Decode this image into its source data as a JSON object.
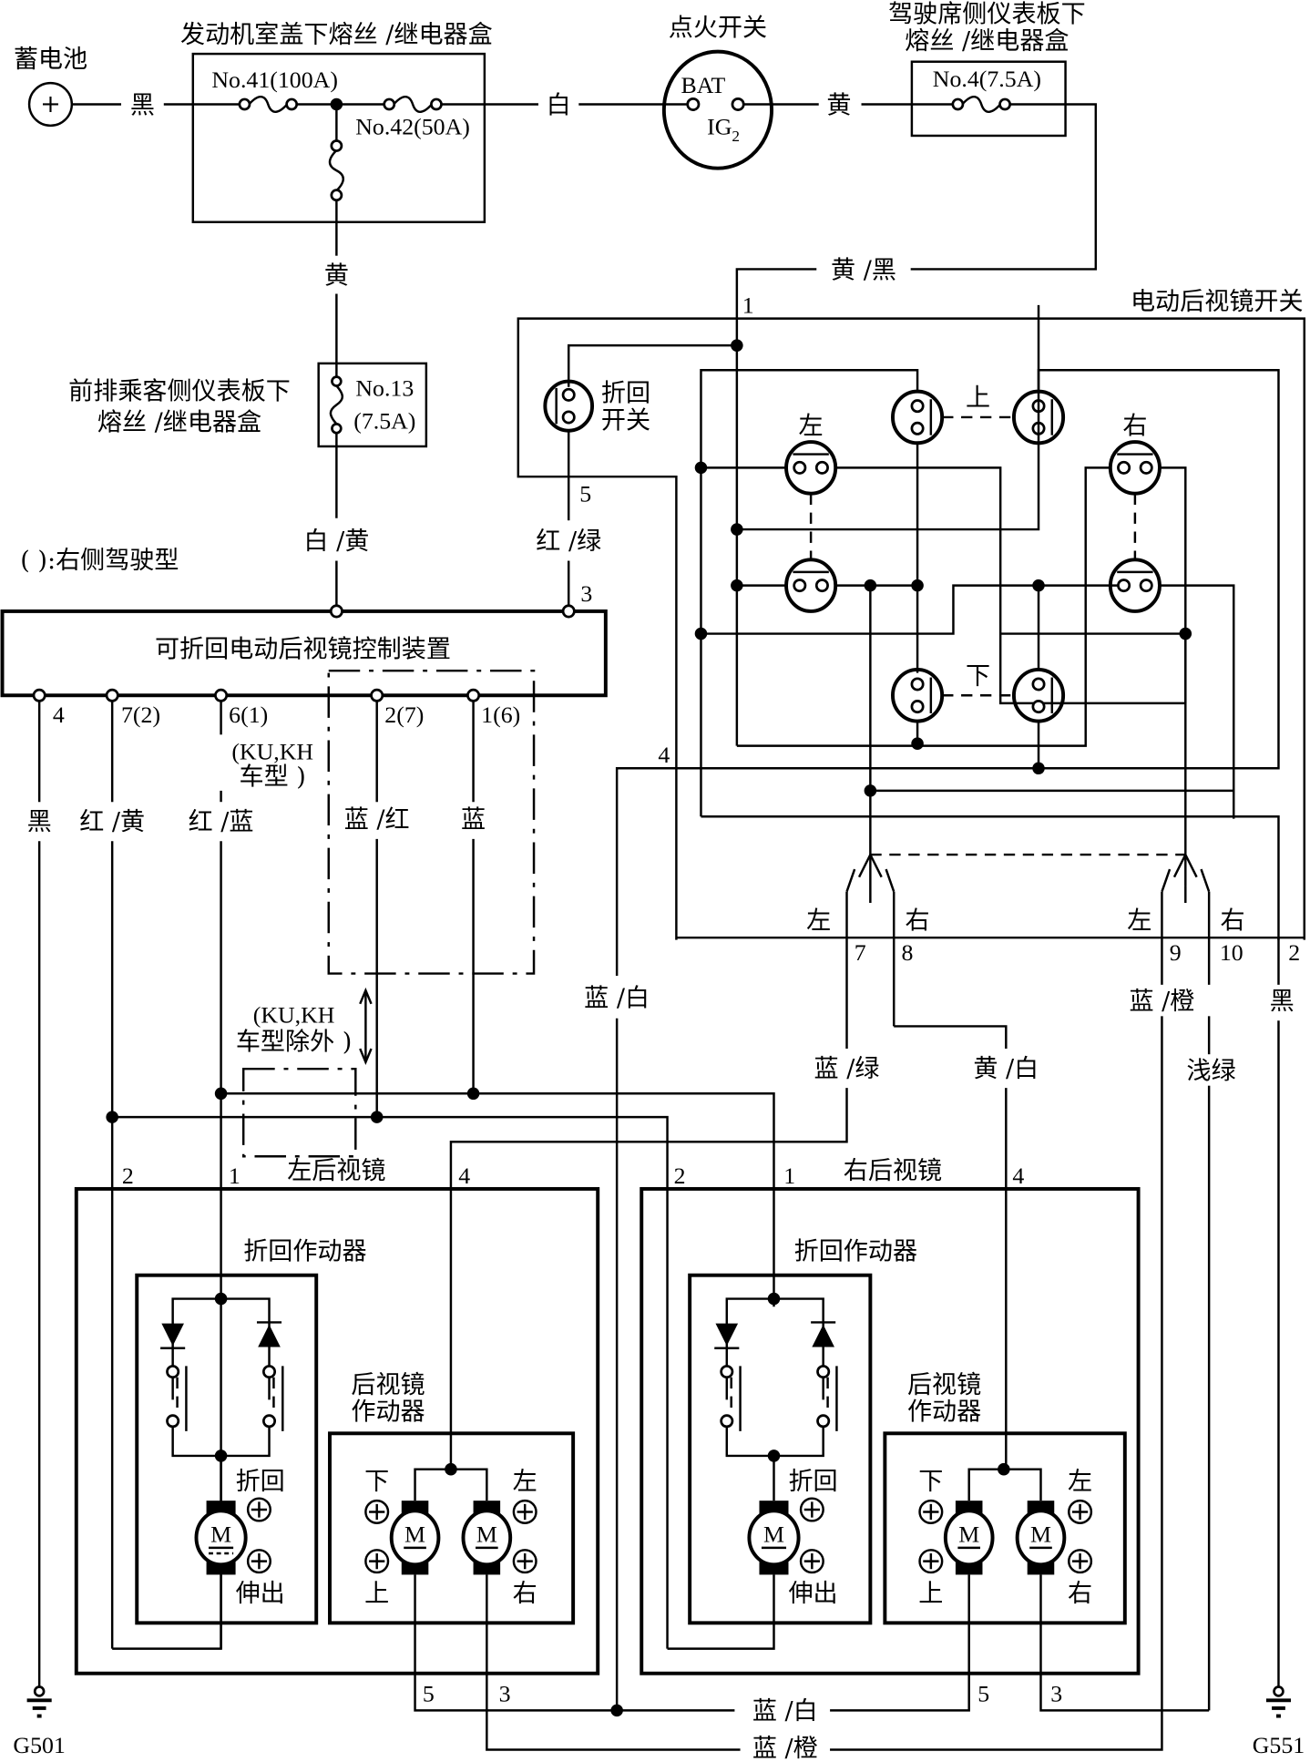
{
  "battery": {
    "label": "蓄电池",
    "symbol": "+",
    "wire": "黑"
  },
  "engine_fuse_box": {
    "title": "发动机室盖下熔丝 /继电器盒",
    "fuse_a": "No.41(100A)",
    "fuse_b": "No.42(50A)",
    "wire_down": "黄",
    "wire_out": "白"
  },
  "ignition": {
    "title": "点火开关",
    "bat": "BAT",
    "ig": "IG",
    "ig_sub": "2",
    "wire_out": "黄"
  },
  "driver_fuse_box": {
    "title_1": "驾驶席侧仪表板下",
    "title_2": "熔丝 /继电器盒",
    "fuse": "No.4(7.5A)",
    "wire_out": "黄 /黑"
  },
  "passenger_fuse_box": {
    "title_1": "前排乘客侧仪表板下",
    "title_2": "熔丝 /继电器盒",
    "fuse_1": "No.13",
    "fuse_2": "(7.5A)",
    "wire_out": "白 /黄"
  },
  "note": "( ):右侧驾驶型",
  "mirror_switch": {
    "title": "电动后视镜开关",
    "fold_switch_1": "折回",
    "fold_switch_2": "开关",
    "up": "上",
    "down": "下",
    "left": "左",
    "right": "右",
    "pins": {
      "p1": "1",
      "p2": "2",
      "p4": "4",
      "p5": "5",
      "p7": "7",
      "p8": "8",
      "p9": "9",
      "p10": "10"
    },
    "selector_left": "左",
    "selector_right": "右",
    "selector2_left": "左",
    "selector2_right": "右",
    "wire_pin5": "红 /绿"
  },
  "control_unit": {
    "title": "可折回电动后视镜控制装置",
    "pin_top_3": "3",
    "pins_bottom": [
      "4",
      "7(2)",
      "6(1)",
      "2(7)",
      "1(6)"
    ],
    "wires_bottom": [
      "黑",
      "红 /黄",
      "红 /蓝",
      "蓝 /红",
      "蓝"
    ],
    "ku_kh_1": "(KU,KH",
    "ku_kh_2": "车型 )",
    "ku_kh_ex_1": "(KU,KH",
    "ku_kh_ex_2": "车型除外 )"
  },
  "wires": {
    "blue_white": "蓝 /白",
    "blue_green": "蓝 /绿",
    "yellow_white": "黄 /白",
    "blue_orange": "蓝 /橙",
    "light_green": "浅绿",
    "black": "黑",
    "bottom_blue_white": "蓝 /白",
    "bottom_blue_orange": "蓝 /橙"
  },
  "left_mirror": {
    "title": "左后视镜",
    "pins": [
      "2",
      "1",
      "4",
      "5",
      "3"
    ],
    "fold_actuator": "折回作动器",
    "fold": "折回",
    "extend": "伸出",
    "mirror_actuator_1": "后视镜",
    "mirror_actuator_2": "作动器",
    "down": "下",
    "up": "上",
    "left": "左",
    "right": "右",
    "motor": "M"
  },
  "right_mirror": {
    "title": "右后视镜",
    "pins": [
      "2",
      "1",
      "4",
      "5",
      "3"
    ],
    "fold_actuator": "折回作动器",
    "fold": "折回",
    "extend": "伸出",
    "mirror_actuator_1": "后视镜",
    "mirror_actuator_2": "作动器",
    "down": "下",
    "up": "上",
    "left": "左",
    "right": "右",
    "motor": "M"
  },
  "grounds": {
    "left": "G501",
    "right": "G551"
  }
}
